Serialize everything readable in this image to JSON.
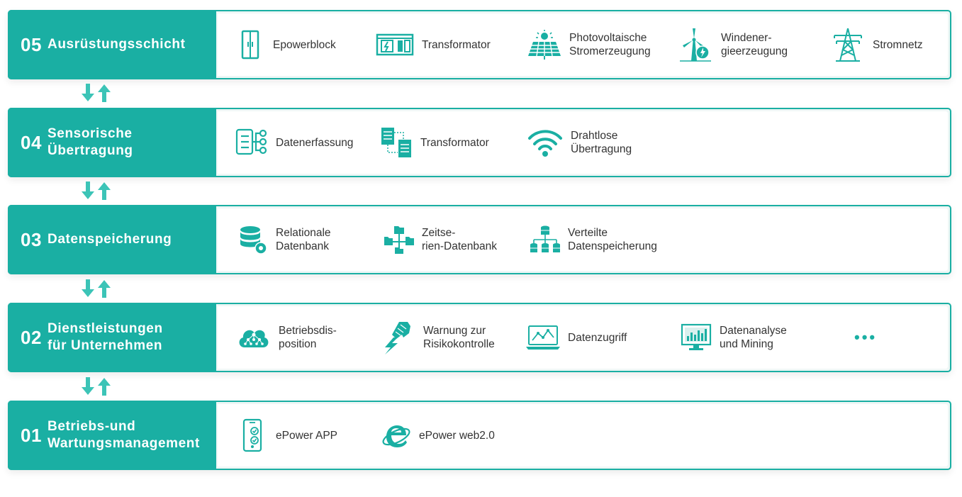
{
  "layers": [
    {
      "num": "05",
      "title": "Ausrüstungsschicht",
      "items": [
        {
          "label": "Epowerblock",
          "icon": "cabinet-icon"
        },
        {
          "label": "Transformator",
          "icon": "transformer-box-icon"
        },
        {
          "label": "Photovoltaische\nStromerzeugung",
          "icon": "solar-panel-icon"
        },
        {
          "label": "Windener-\ngieerzeugung",
          "icon": "wind-turbine-icon"
        },
        {
          "label": "Stromnetz",
          "icon": "power-tower-icon"
        }
      ]
    },
    {
      "num": "04",
      "title": "Sensorische\nÜbertragung",
      "items": [
        {
          "label": "Datenerfassung",
          "icon": "data-collection-icon"
        },
        {
          "label": "Transformator",
          "icon": "document-transfer-icon"
        },
        {
          "label": "Drahtlose\nÜbertragung",
          "icon": "wifi-icon"
        }
      ]
    },
    {
      "num": "03",
      "title": "Datenspeicherung",
      "items": [
        {
          "label": "Relationale\nDatenbank",
          "icon": "database-gear-icon"
        },
        {
          "label": "Zeitse-\nrien-Datenbank",
          "icon": "network-folders-icon"
        },
        {
          "label": "Verteilte\nDatenspeicherung",
          "icon": "distributed-database-icon"
        }
      ]
    },
    {
      "num": "02",
      "title": "Dienstleistungen\nfür Unternehmen",
      "items": [
        {
          "label": "Betriebsdis-\nposition",
          "icon": "cloud-network-icon"
        },
        {
          "label": "Warnung zur\nRisikokontrolle",
          "icon": "lightning-fist-icon"
        },
        {
          "label": "Datenzugriff",
          "icon": "laptop-chart-icon"
        },
        {
          "label": "Datenanalyse\nund Mining",
          "icon": "monitor-chart-icon"
        }
      ],
      "more": "•••"
    },
    {
      "num": "01",
      "title": "Betriebs-und\nWartungsmanagement",
      "items": [
        {
          "label": "ePower APP",
          "icon": "mobile-app-icon"
        },
        {
          "label": "ePower web2.0",
          "icon": "browser-e-icon"
        }
      ]
    }
  ],
  "colors": {
    "accent": "#1aafa3",
    "text": "#333333",
    "panel": "#ffffff"
  }
}
